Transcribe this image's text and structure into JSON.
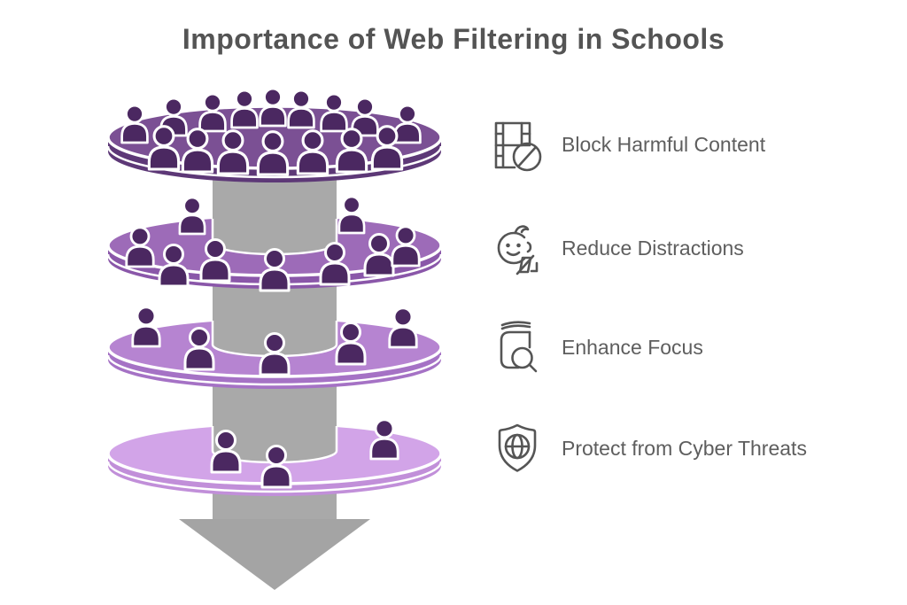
{
  "title": "Importance of Web Filtering in Schools",
  "benefits": [
    {
      "icon": "film-block-icon",
      "label": "Block Harmful Content"
    },
    {
      "icon": "child-face-icon",
      "label": "Reduce Distractions"
    },
    {
      "icon": "book-magnifier-icon",
      "label": "Enhance Focus"
    },
    {
      "icon": "shield-globe-icon",
      "label": "Protect from Cyber Threats"
    }
  ],
  "colors": {
    "background": "#ffffff",
    "title_text": "#545454",
    "label_text": "#5e5e5e",
    "icon_stroke": "#555555",
    "column": "#a9a9a9",
    "arrow": "#a4a4a4",
    "person_fill": "#4b2861",
    "outline_white": "#ffffff"
  },
  "diagram": {
    "description": "funnel-of-discs-with-down-arrow",
    "layers": [
      {
        "id": "layer-1",
        "people_count": 16,
        "top_color": "#7b5094",
        "side_color": "#5d3877",
        "persons": [
          [
            152,
            161,
            0.9
          ],
          [
            196,
            153,
            0.9
          ],
          [
            240,
            148,
            0.9
          ],
          [
            276,
            144,
            0.9
          ],
          [
            308,
            142,
            0.9
          ],
          [
            340,
            144,
            0.9
          ],
          [
            377,
            148,
            0.9
          ],
          [
            412,
            153,
            0.9
          ],
          [
            460,
            161,
            0.9
          ],
          [
            185,
            191,
            1.04
          ],
          [
            223,
            194,
            1.04
          ],
          [
            263,
            196,
            1.04
          ],
          [
            308,
            197,
            1.04
          ],
          [
            353,
            196,
            1.04
          ],
          [
            397,
            194,
            1.04
          ],
          [
            437,
            191,
            1.04
          ]
        ]
      },
      {
        "id": "layer-2",
        "people_count": 9,
        "top_color": "#9d6bb8",
        "side_color": "#8a57a9",
        "persons": [
          [
            158,
            301,
            0.95
          ],
          [
            217,
            264,
            0.88
          ],
          [
            196,
            323,
            1
          ],
          [
            243,
            317,
            1
          ],
          [
            310,
            328,
            1
          ],
          [
            378,
            321,
            1
          ],
          [
            397,
            263,
            0.88
          ],
          [
            428,
            311,
            1
          ],
          [
            458,
            300,
            0.95
          ]
        ]
      },
      {
        "id": "layer-3",
        "people_count": 5,
        "top_color": "#b684d1",
        "side_color": "#a572c5",
        "persons": [
          [
            165,
            391,
            0.95
          ],
          [
            225,
            417,
            1
          ],
          [
            310,
            423,
            1
          ],
          [
            396,
            411,
            1
          ],
          [
            455,
            392,
            0.95
          ]
        ]
      },
      {
        "id": "layer-4",
        "people_count": 3,
        "top_color": "#d2a4e8",
        "side_color": "#c18fd9",
        "persons": [
          [
            255,
            533,
            1
          ],
          [
            312,
            550,
            1
          ],
          [
            434,
            518,
            0.95
          ]
        ]
      }
    ]
  }
}
